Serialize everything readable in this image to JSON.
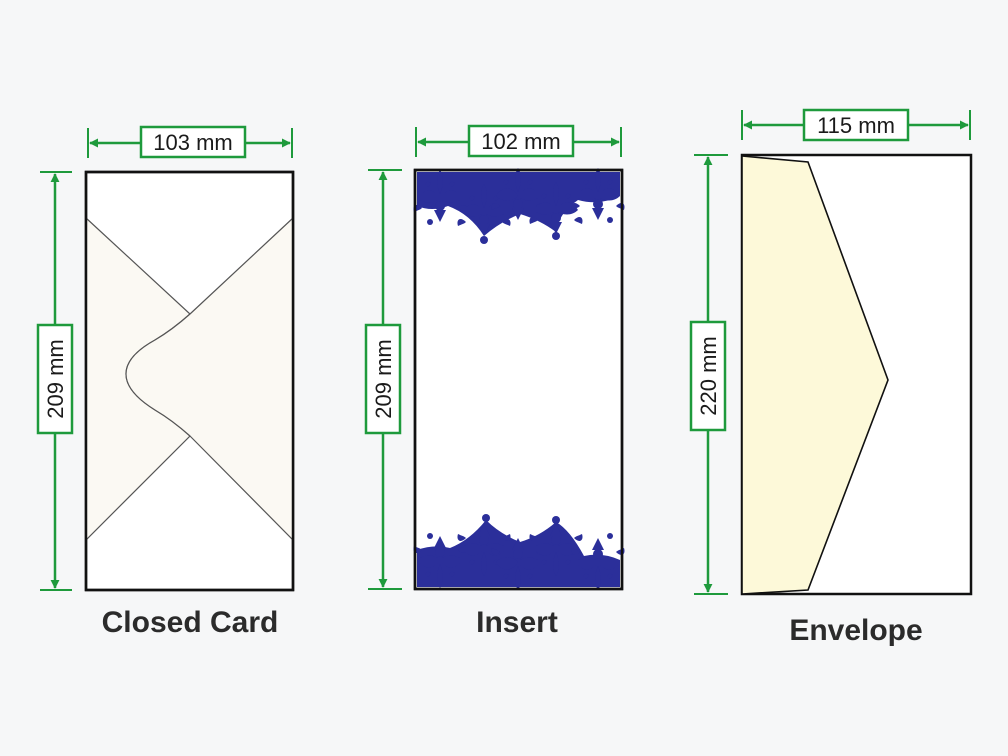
{
  "colors": {
    "background": "#f6f7f8",
    "dimension_line": "#1e9a3c",
    "outline": "#111111",
    "closed_card_flap": "#fbf9f3",
    "insert_ornament": "#2b2f9a",
    "envelope_flap": "#fdf9d9"
  },
  "items": [
    {
      "caption": "Closed Card",
      "width_label": "103 mm",
      "height_label": "209 mm"
    },
    {
      "caption": "Insert",
      "width_label": "102 mm",
      "height_label": "209 mm"
    },
    {
      "caption": "Envelope",
      "width_label": "115 mm",
      "height_label": "220 mm"
    }
  ]
}
